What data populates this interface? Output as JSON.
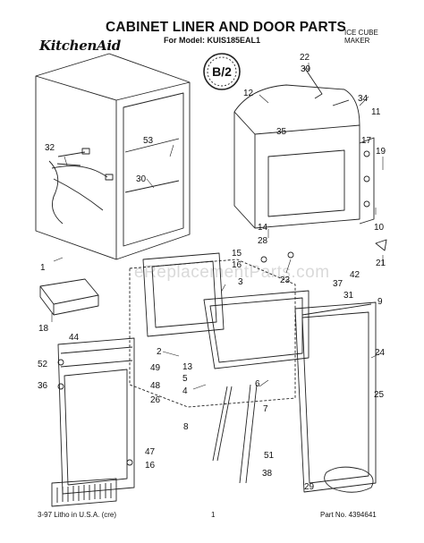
{
  "header": {
    "title": "CABINET LINER AND DOOR PARTS",
    "model_line": "For Model: KUIS185EAL1",
    "category_line1": "ICE CUBE",
    "category_line2": "MAKER",
    "brand": "KitchenAid",
    "badge": "B/2"
  },
  "watermark": "eReplacementParts.com",
  "footer": {
    "left": "3-97 Litho in U.S.A. (cre)",
    "page": "1",
    "part_no": "Part No. 4394641"
  },
  "callouts": [
    "22",
    "39",
    "12",
    "34",
    "11",
    "53",
    "35",
    "17",
    "19",
    "32",
    "30",
    "10",
    "14",
    "28",
    "15",
    "16",
    "3",
    "23",
    "21",
    "9",
    "42",
    "37",
    "31",
    "1",
    "18",
    "44",
    "2",
    "52",
    "49",
    "13",
    "5",
    "6",
    "24",
    "36",
    "48",
    "26",
    "4",
    "25",
    "47",
    "8",
    "7",
    "16",
    "51",
    "38",
    "29"
  ],
  "colors": {
    "line": "#222222",
    "background": "#ffffff"
  }
}
